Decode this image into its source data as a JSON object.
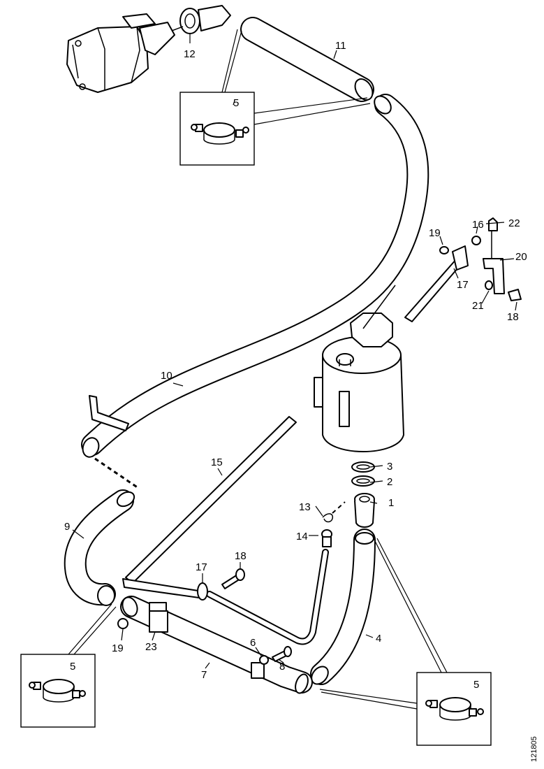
{
  "diagram": {
    "part_numbers": [
      "1",
      "2",
      "3",
      "4",
      "5",
      "6",
      "7",
      "8",
      "9",
      "10",
      "11",
      "12",
      "13",
      "14",
      "15",
      "16",
      "17",
      "18",
      "19",
      "20",
      "21",
      "22",
      "23"
    ],
    "callouts": {
      "n1": "1",
      "n2": "2",
      "n3": "3",
      "n4": "4",
      "n5_top": "5",
      "n5_left": "5",
      "n5_right": "5",
      "n6": "6",
      "n7": "7",
      "n8": "8",
      "n9": "9",
      "n10": "10",
      "n11": "11",
      "n12": "12",
      "n13": "13",
      "n14": "14",
      "n15": "15",
      "n16": "16",
      "n17_right": "17",
      "n17_mid": "17",
      "n18_mid": "18",
      "n18_right": "18",
      "n19_right": "19",
      "n19_left": "19",
      "n20": "20",
      "n21": "21",
      "n22": "22",
      "n23": "23"
    },
    "drawing_code": "121805"
  }
}
